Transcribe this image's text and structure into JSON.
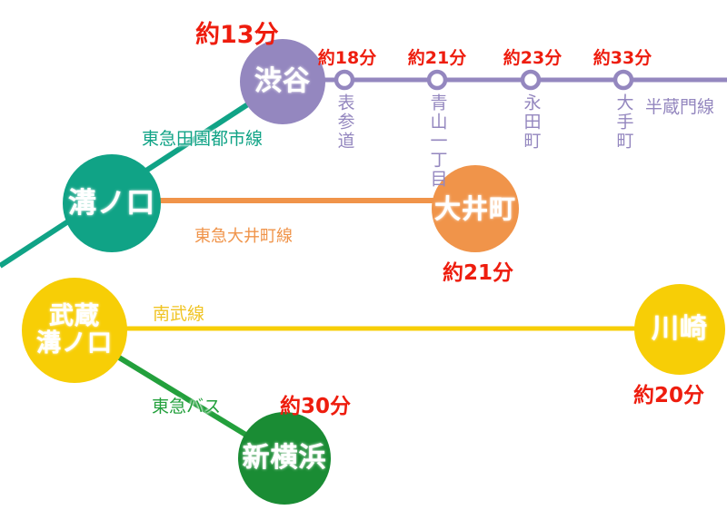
{
  "colors": {
    "purple": "#9487BF",
    "teal": "#10A386",
    "orange": "#F0944A",
    "yellow": "#F7CE06",
    "gold_text": "#F0C424",
    "green_line": "#23A03C",
    "green_node": "#1A8C34",
    "red": "#EE1D0E"
  },
  "nodes": {
    "shibuya": {
      "label": "渋谷",
      "time": "約13分"
    },
    "mizonokuchi": {
      "label": "溝ノ口"
    },
    "oimachi": {
      "label": "大井町",
      "time": "約21分"
    },
    "musashi_mizonokuchi": {
      "label_line1": "武蔵",
      "label_line2": "溝ノ口"
    },
    "kawasaki": {
      "label": "川崎",
      "time": "約20分"
    },
    "shin_yokohama": {
      "label": "新横浜",
      "time": "約30分"
    }
  },
  "rail_lines": {
    "denentoshi": {
      "label": "東急田園都市線"
    },
    "hanzomon": {
      "label": "半蔵門線"
    },
    "oimachi_line": {
      "label": "東急大井町線"
    },
    "nambu": {
      "label": "南武線"
    },
    "tokyu_bus": {
      "label": "東急バス"
    }
  },
  "hanzomon_stops": [
    {
      "name": "表参道",
      "time": "約18分"
    },
    {
      "name": "青山一丁目",
      "time": "約21分"
    },
    {
      "name": "永田町",
      "time": "約23分"
    },
    {
      "name": "大手町",
      "time": "約33分"
    }
  ]
}
